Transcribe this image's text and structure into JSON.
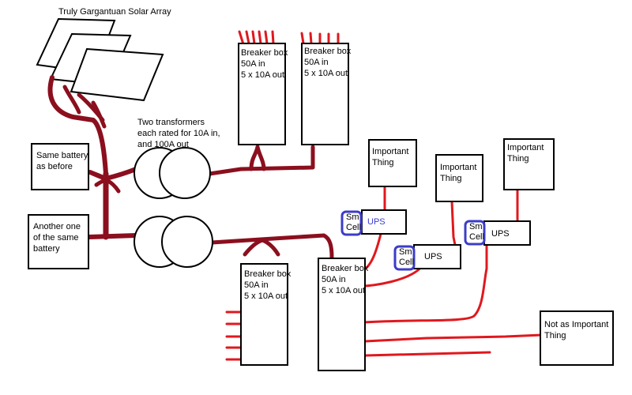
{
  "solar_array": {
    "label": "Truly Gargantuan Solar Array"
  },
  "battery_1": {
    "label": "Same battery\nas before"
  },
  "battery_2": {
    "label": "Another one\nof the same\nbattery"
  },
  "transformers": {
    "label": "Two transformers\neach rated for 10A in,\nand 100A out"
  },
  "breaker_boxes": [
    {
      "label": "Breaker box\n50A in\n5 x 10A out"
    },
    {
      "label": "Breaker box\n50A in\n5 x 10A out"
    },
    {
      "label": "Breaker box\n50A in\n5 x 10A out"
    },
    {
      "label": "Breaker box\n50A in\n5 x 10A out"
    }
  ],
  "important_things": [
    {
      "label": "Important\nThing"
    },
    {
      "label": "Important\nThing"
    },
    {
      "label": "Important\nThing"
    }
  ],
  "ups_units": [
    {
      "label": "UPS",
      "cell_label": "Sm\nCell"
    },
    {
      "label": "UPS",
      "cell_label": "Sm\nCell"
    },
    {
      "label": "UPS",
      "cell_label": "Sm\nCell"
    }
  ],
  "not_important": {
    "label": "Not as Important\nThing"
  },
  "colors": {
    "cable_dark": "#8b0f1e",
    "cable_red": "#e0181e",
    "cell_border": "#3c3cc8",
    "ups_text": "#3a3ad0"
  }
}
